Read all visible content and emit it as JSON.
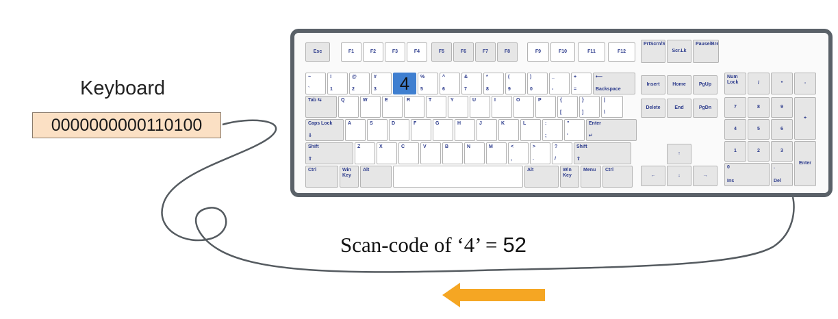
{
  "labels": {
    "keyboard": "Keyboard",
    "register_value": "0000000000110100",
    "scan_text": "Scan-code of ‘4’ =",
    "scan_value": "52"
  },
  "colors": {
    "register_fill": "#fbe0c4",
    "highlight": "#3f7fd0",
    "arrow": "#f5a623",
    "frame": "#5a6168"
  },
  "highlighted_key": "4",
  "keys": {
    "fn_row": [
      "Esc",
      "F1",
      "F2",
      "F3",
      "F4",
      "F5",
      "F6",
      "F7",
      "F8",
      "F9",
      "F10",
      "F11",
      "F12",
      "PrtScrn/SysRq",
      "Scr.Lk",
      "Pause/Break"
    ],
    "num_row_top": [
      "~",
      "!",
      "@",
      "#",
      "%",
      "^",
      "&",
      "*",
      "(",
      ")",
      "_",
      "+"
    ],
    "num_row_bottom": [
      "`",
      "1",
      "2",
      "3",
      "5",
      "6",
      "7",
      "8",
      "9",
      "0",
      "-",
      "="
    ],
    "backspace": "Backspace",
    "tab": "Tab",
    "qwerty": [
      "Q",
      "W",
      "E",
      "R",
      "T",
      "Y",
      "U",
      "I",
      "O",
      "P",
      "{",
      "}",
      "|"
    ],
    "qwerty_sub": [
      "[",
      "]",
      "\\"
    ],
    "caps": "Caps Lock",
    "asdf": [
      "A",
      "S",
      "D",
      "F",
      "G",
      "H",
      "J",
      "K",
      "L",
      ":",
      ";",
      "\"",
      "'"
    ],
    "enter": "Enter",
    "shift": "Shift",
    "zxcv": [
      "Z",
      "X",
      "C",
      "V",
      "B",
      "N",
      "M",
      "<",
      ">",
      "?",
      ",",
      ".",
      "/"
    ],
    "bottom": [
      "Ctrl",
      "Win Key",
      "Alt",
      "Alt",
      "Win Key",
      "Menu",
      "Ctrl"
    ],
    "nav_top": [
      "Insert",
      "Home",
      "PgUp"
    ],
    "nav_bottom": [
      "Delete",
      "End",
      "PgDn"
    ],
    "arrows": [
      "↑",
      "←",
      "↓",
      "→"
    ],
    "numpad_top": [
      "Num Lock",
      "/",
      "*",
      "-"
    ],
    "numpad": [
      "7",
      "8",
      "9",
      "4",
      "5",
      "6",
      "1",
      "2",
      "3",
      "0",
      "Ins",
      "Del",
      "+",
      "Enter",
      "."
    ]
  }
}
